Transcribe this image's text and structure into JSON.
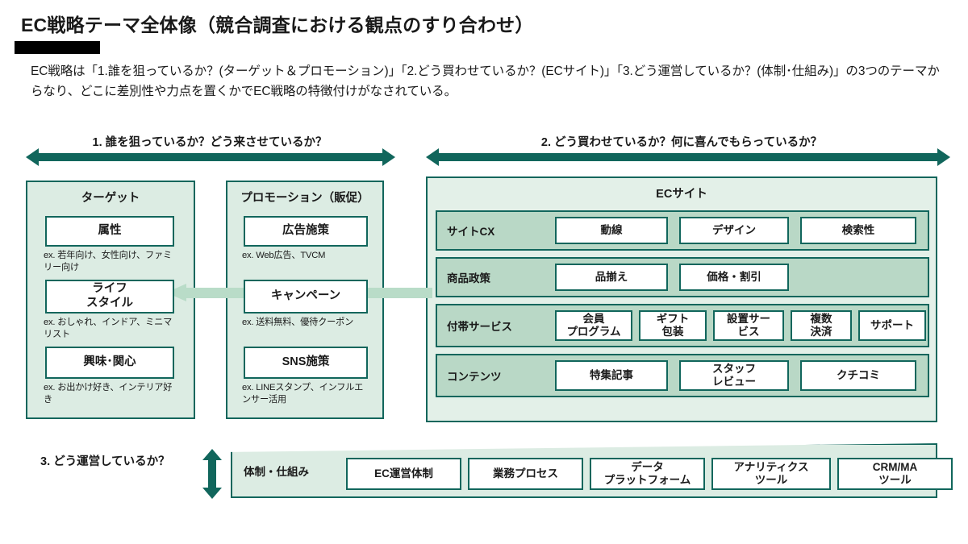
{
  "header": {
    "title": "EC戦略テーマ全体像（競合調査における観点のすり合わせ）",
    "lede": "EC戦略は「1.誰を狙っているか？(ターゲット＆プロモーション)」「2.どう買わせているか？(ECサイト)」「3.どう運営しているか？(体制･仕組み)」の3つのテーマからなり、どこに差別性や力点を置くかでEC戦略の特徴付けがなされている。"
  },
  "sections": {
    "q1_heading": "1. 誰を狙っているか？どう来させているか？",
    "q2_heading": "2. どう買わせているか？何に喜んでもらっているか？",
    "q3_heading": "3. どう運営しているか？"
  },
  "target": {
    "title": "ターゲット",
    "items": [
      {
        "label": "属性",
        "example": "ex. 若年向け、女性向け、ファミリー向け"
      },
      {
        "label": "ライフ\nスタイル",
        "example": "ex. おしゃれ、インドア、ミニマリスト"
      },
      {
        "label": "興味･関心",
        "example": "ex. お出かけ好き、インテリア好き"
      }
    ]
  },
  "promotion": {
    "title": "プロモーション（販促）",
    "items": [
      {
        "label": "広告施策",
        "example": "ex. Web広告、TVCM"
      },
      {
        "label": "キャンペーン",
        "example": "ex. 送料無料、優待クーポン"
      },
      {
        "label": "SNS施策",
        "example": "ex. LINEスタンプ、インフルエンサー活用"
      }
    ]
  },
  "ec_site": {
    "title": "ECサイト",
    "rows": [
      {
        "label": "サイトCX",
        "cells": [
          "動線",
          "デザイン",
          "検索性"
        ]
      },
      {
        "label": "商品政策",
        "cells": [
          "品揃え",
          "価格・割引"
        ]
      },
      {
        "label": "付帯サービス",
        "cells": [
          "会員\nプログラム",
          "ギフト\n包装",
          "設置サー\nビス",
          "複数\n決済",
          "サポート"
        ]
      },
      {
        "label": "コンテンツ",
        "cells": [
          "特集記事",
          "スタッフ\nレビュー",
          "クチコミ"
        ]
      }
    ]
  },
  "operations": {
    "label": "体制・仕組み",
    "cells": [
      "EC運営体制",
      "業務プロセス",
      "データ\nプラットフォーム",
      "アナリティクス\nツール",
      "CRM/MA\nツール"
    ]
  },
  "colors": {
    "accent_dark": "#11665c",
    "panel_light": "#dcece3",
    "panel_lighter": "#e3f0e8",
    "row_green": "#b9d8c6",
    "arrow_light": "#b9dcc8",
    "rule_black": "#000000"
  }
}
